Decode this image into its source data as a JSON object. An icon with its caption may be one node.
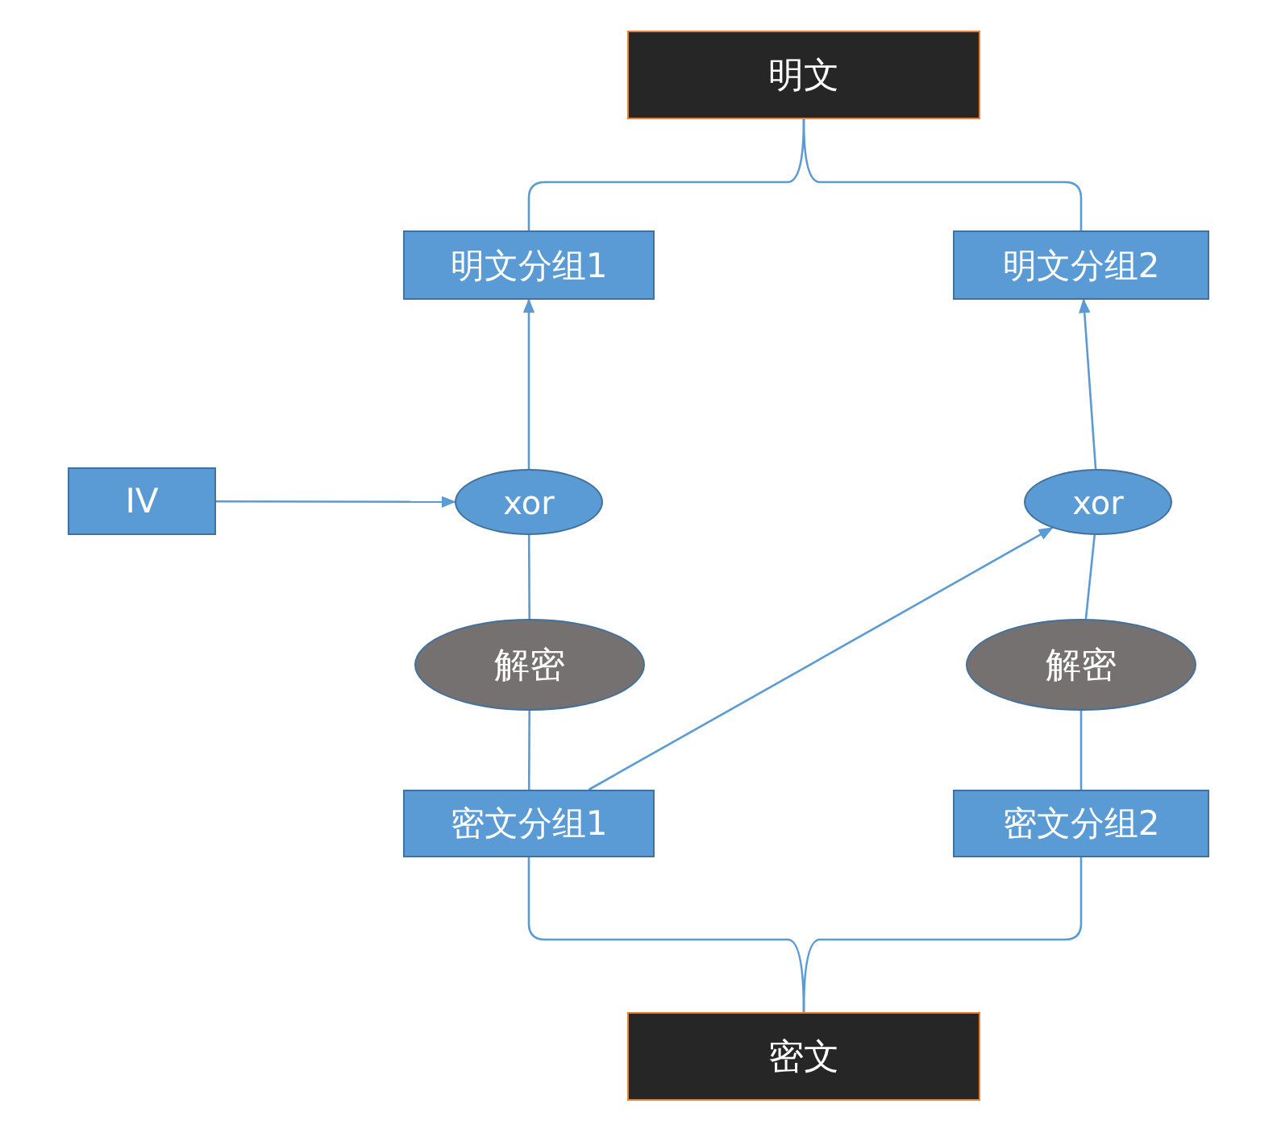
{
  "diagram": {
    "nodes": [
      {
        "text": [
          "明文"
        ]
      },
      {
        "text": [
          "明文分组1"
        ]
      },
      {
        "text": [
          "明文分组2"
        ]
      },
      {
        "text": [
          "IV"
        ]
      },
      {
        "text": [
          "xor"
        ]
      },
      {
        "text": [
          "xor"
        ]
      },
      {
        "text": [
          "解密"
        ]
      },
      {
        "text": [
          "解密"
        ]
      },
      {
        "text": [
          "密文分组1"
        ]
      },
      {
        "text": [
          "密文分组2"
        ]
      },
      {
        "text": [
          "密文"
        ]
      }
    ],
    "edges": [
      {
        "from": 0,
        "to": 1,
        "arrow": "none"
      },
      {
        "from": 0,
        "to": 2,
        "arrow": "none"
      },
      {
        "from": 3,
        "to": 4,
        "arrow": "to"
      },
      {
        "from": 4,
        "to": 1,
        "arrow": "to"
      },
      {
        "from": 5,
        "to": 2,
        "arrow": "to"
      },
      {
        "from": 6,
        "to": 4,
        "arrow": "none"
      },
      {
        "from": 7,
        "to": 5,
        "arrow": "none"
      },
      {
        "from": 8,
        "to": 6,
        "arrow": "none"
      },
      {
        "from": 9,
        "to": 7,
        "arrow": "none"
      },
      {
        "from": 8,
        "to": 5,
        "arrow": "to"
      },
      {
        "from": 10,
        "to": 8,
        "arrow": "none"
      },
      {
        "from": 10,
        "to": 9,
        "arrow": "none"
      }
    ]
  }
}
